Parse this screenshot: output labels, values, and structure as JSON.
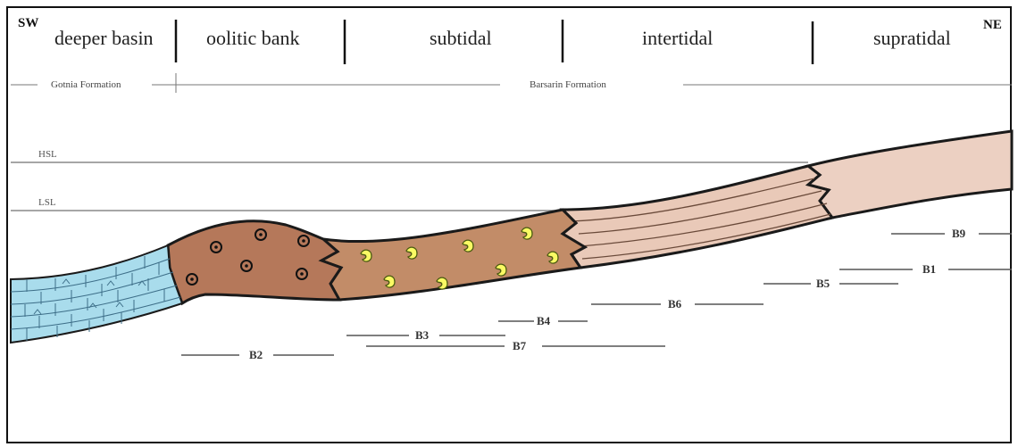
{
  "corners": {
    "left": "SW",
    "right": "NE"
  },
  "zones": [
    {
      "label": "deeper basin"
    },
    {
      "label": "oolitic bank"
    },
    {
      "label": "subtidal"
    },
    {
      "label": "intertidal"
    },
    {
      "label": "supratidal"
    }
  ],
  "formations": {
    "left": "Gotnia Formation",
    "right": "Barsarin Formation"
  },
  "levels": {
    "high": "HSL",
    "low": "LSL"
  },
  "biofacies": [
    "B2",
    "B3",
    "B7",
    "B4",
    "B6",
    "B5",
    "B1",
    "B9"
  ],
  "colors": {
    "basin": "#a9dcec",
    "oolitic": "#b5785a",
    "subtidal": "#c28c68",
    "intertidal": "#e9c9b8",
    "supratidal": "#ecd0c2",
    "ooid_fill": "#fafa64",
    "ink": "#222222"
  }
}
